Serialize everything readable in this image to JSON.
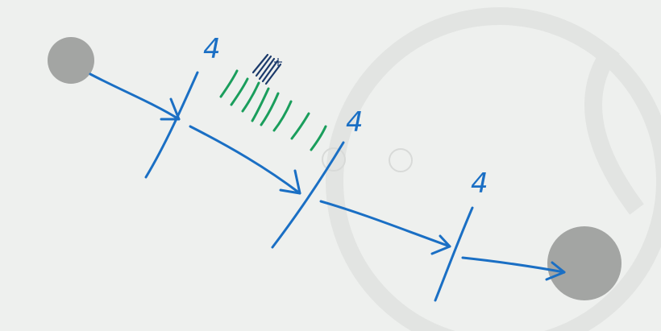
{
  "canvas": {
    "background": "#eef0ee",
    "ink_blue": "#1a6fc4",
    "ink_green": "#1a9e5c",
    "ink_dark": "#1b3a6b",
    "node_fill": "#a3a5a3",
    "watermark": "#e2e4e2"
  },
  "segments": [
    {
      "label": "4"
    },
    {
      "label": "4"
    },
    {
      "label": "4"
    }
  ],
  "icons": {
    "cursor": "pen-cursor-icon"
  }
}
